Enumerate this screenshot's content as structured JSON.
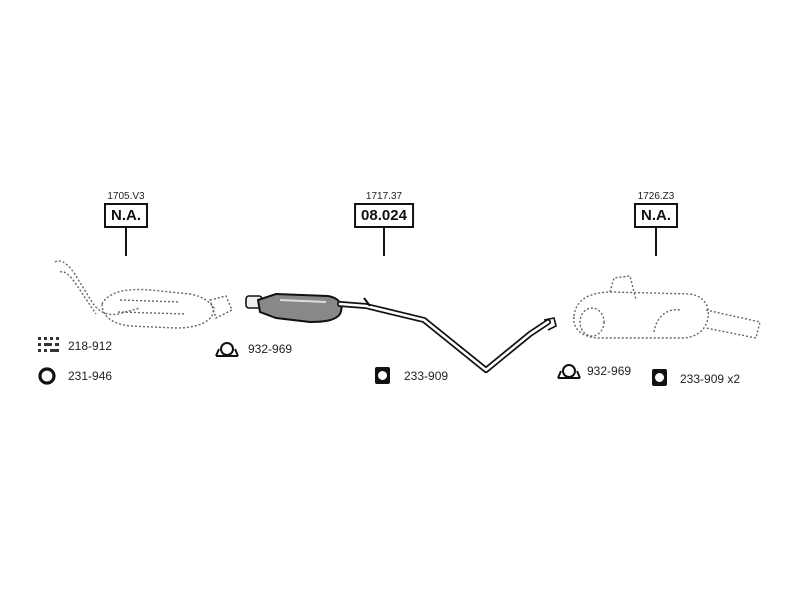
{
  "components": [
    {
      "ref": "1705.V3",
      "code": "N.A."
    },
    {
      "ref": "1717.37",
      "code": "08.024"
    },
    {
      "ref": "1726.Z3",
      "code": "N.A."
    }
  ],
  "parts": [
    {
      "label": "218-912",
      "icon": "bolt-kit-icon"
    },
    {
      "label": "231-946",
      "icon": "gasket-ring-icon"
    },
    {
      "label": "932-969",
      "icon": "pipe-clamp-icon"
    },
    {
      "label": "233-909",
      "icon": "rubber-hanger-icon"
    },
    {
      "label": "932-969",
      "icon": "pipe-clamp-icon"
    },
    {
      "label": "233-909 x2",
      "icon": "rubber-hanger-icon"
    }
  ]
}
